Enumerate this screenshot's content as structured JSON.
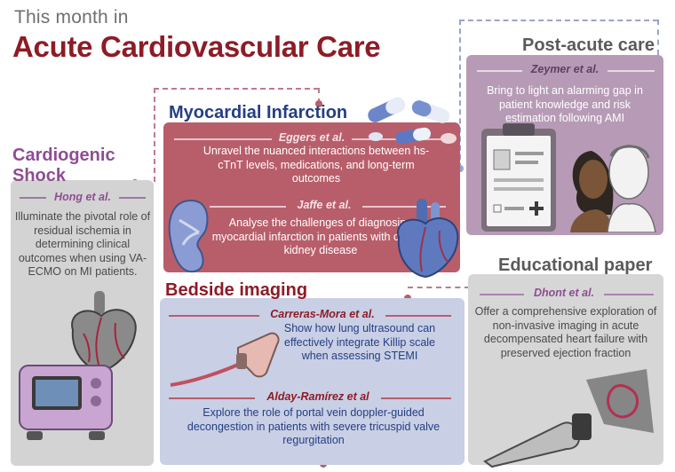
{
  "header": {
    "kicker": "This month in",
    "title": "Acute Cardiovascular Care"
  },
  "sections": {
    "cardiogenic_shock": {
      "heading": "Cardiogenic Shock",
      "author": "Hong et al.",
      "text": "Illuminate the pivotal role of residual ischemia in determining clinical outcomes when using VA-ECMO on MI patients."
    },
    "myocardial_infarction": {
      "heading": "Myocardial Infarction",
      "items": [
        {
          "author": "Eggers et al.",
          "text": "Unravel the nuanced interactions between hs-cTnT levels, medications, and long-term outcomes"
        },
        {
          "author": "Jaffe et al.",
          "text": "Analyse the challenges of diagnosing myocardial infarction in patients with chronic kidney disease"
        }
      ]
    },
    "post_acute_care": {
      "heading": "Post-acute care",
      "author": "Zeymer et al.",
      "text": "Bring to light an alarming gap in patient knowledge and risk estimation following AMI"
    },
    "bedside_imaging": {
      "heading": "Bedside imaging",
      "items": [
        {
          "author": "Carreras-Mora et al.",
          "text": "Show how lung ultrasound can effectively integrate Killip scale when assessing STEMI"
        },
        {
          "author": "Alday-Ramírez et al",
          "text": "Explore the role of portal vein doppler-guided decongestion in patients with severe tricuspid valve regurgitation"
        }
      ]
    },
    "educational_paper": {
      "heading": "Educational paper",
      "author": "Dhont et al.",
      "text": "Offer a comprehensive exploration of non-invasive imaging in acute decompensated heart failure with preserved ejection fraction"
    }
  },
  "icons": [
    "pills-icon",
    "kidney-icon",
    "heart-icon",
    "ecmo-machine-icon",
    "heart-failure-icon",
    "clipboard-icon",
    "patients-icon",
    "ultrasound-probe-icon",
    "echo-probe-icon"
  ],
  "colors": {
    "title": "#8d1c26",
    "shock_panel": "#d3d3d3",
    "mi_panel": "#b85e6a",
    "post_panel": "#b79bb6",
    "bedside_panel": "#c9cfe5",
    "edu_panel": "#d6d6d6"
  }
}
